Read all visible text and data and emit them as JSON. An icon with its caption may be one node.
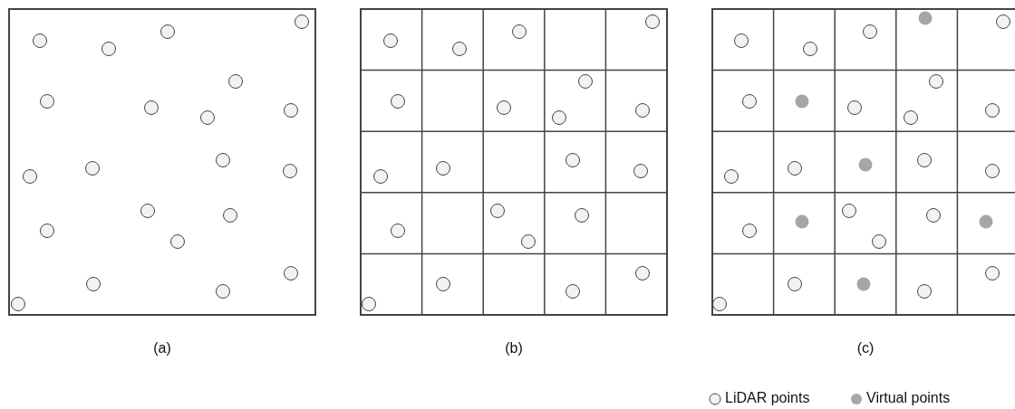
{
  "diagram": {
    "labels": [
      "(a)",
      "(b)",
      "(c)"
    ],
    "legend": [
      {
        "text": "LiDAR points"
      },
      {
        "text": "Virtual points",
        "color": "#a6a6a6"
      }
    ]
  }
}
